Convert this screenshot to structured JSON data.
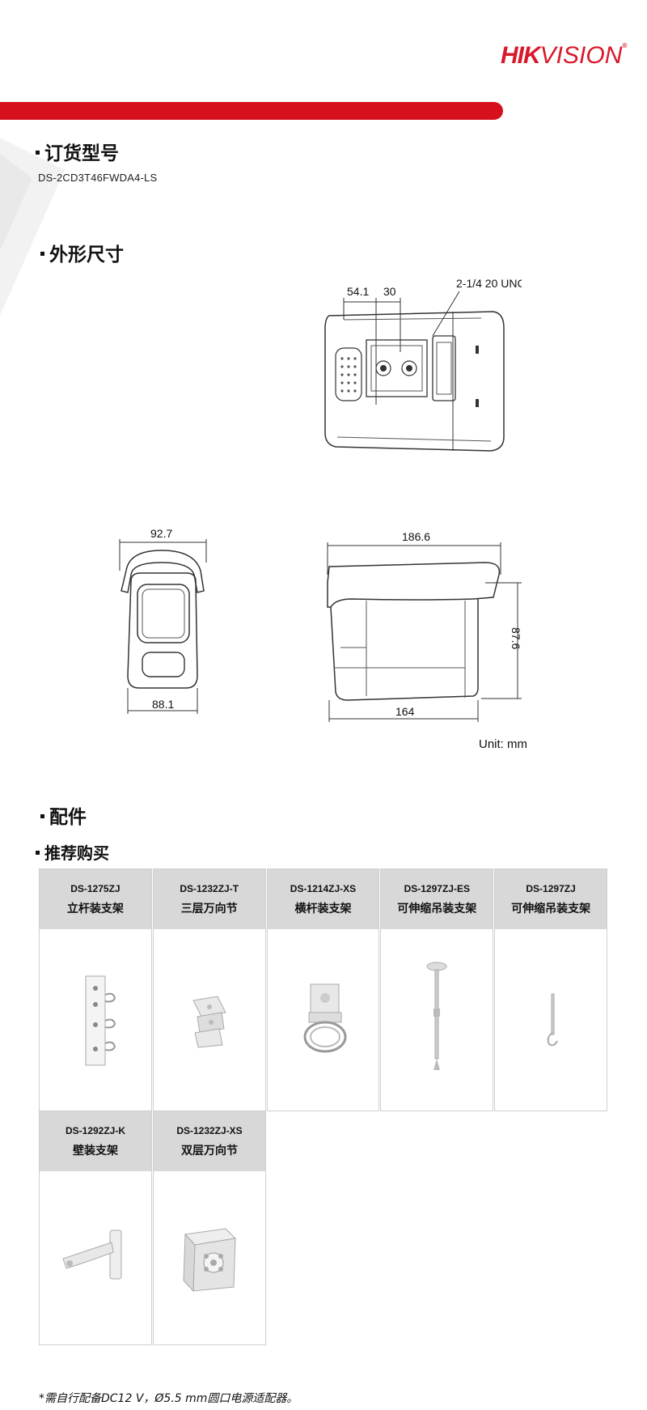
{
  "brand": {
    "name_part1": "HIK",
    "name_part2": "VISION",
    "trademark": "®"
  },
  "colors": {
    "brand_red": "#d6111d",
    "header_gray": "#d8d8d8"
  },
  "sections": {
    "order_model_title": "订货型号",
    "dimensions_title": "外形尺寸",
    "accessories_title": "配件",
    "recommended_title": "推荐购买"
  },
  "order_model": "DS-2CD3T46FWDA4-LS",
  "dimensions": {
    "top_view": {
      "d1": "54.1",
      "d2": "30",
      "thread": "2-1/4 20 UNC"
    },
    "front_view": {
      "top_width": "92.7",
      "bottom_width": "88.1"
    },
    "side_view": {
      "length": "186.6",
      "height": "87.6",
      "body_length": "164"
    },
    "unit": "Unit: mm"
  },
  "accessories": [
    {
      "code": "DS-1275ZJ",
      "name": "立杆装支架",
      "icon": "pole-mount-bracket-icon"
    },
    {
      "code": "DS-1232ZJ-T",
      "name": "三层万向节",
      "icon": "three-layer-universal-joint-icon"
    },
    {
      "code": "DS-1214ZJ-XS",
      "name": "横杆装支架",
      "icon": "horizontal-pole-bracket-icon"
    },
    {
      "code": "DS-1297ZJ-ES",
      "name": "可伸缩吊装支架",
      "icon": "telescopic-pendant-bracket-icon"
    },
    {
      "code": "DS-1297ZJ",
      "name": "可伸缩吊装支架",
      "icon": "telescopic-pendant-bracket-small-icon"
    },
    {
      "code": "DS-1292ZJ-K",
      "name": "壁装支架",
      "icon": "wall-mount-bracket-icon"
    },
    {
      "code": "DS-1232ZJ-XS",
      "name": "双层万向节",
      "icon": "two-layer-universal-joint-icon"
    }
  ],
  "note": "*需自行配备DC12 V，Ø5.5 mm圆口电源适配器。"
}
